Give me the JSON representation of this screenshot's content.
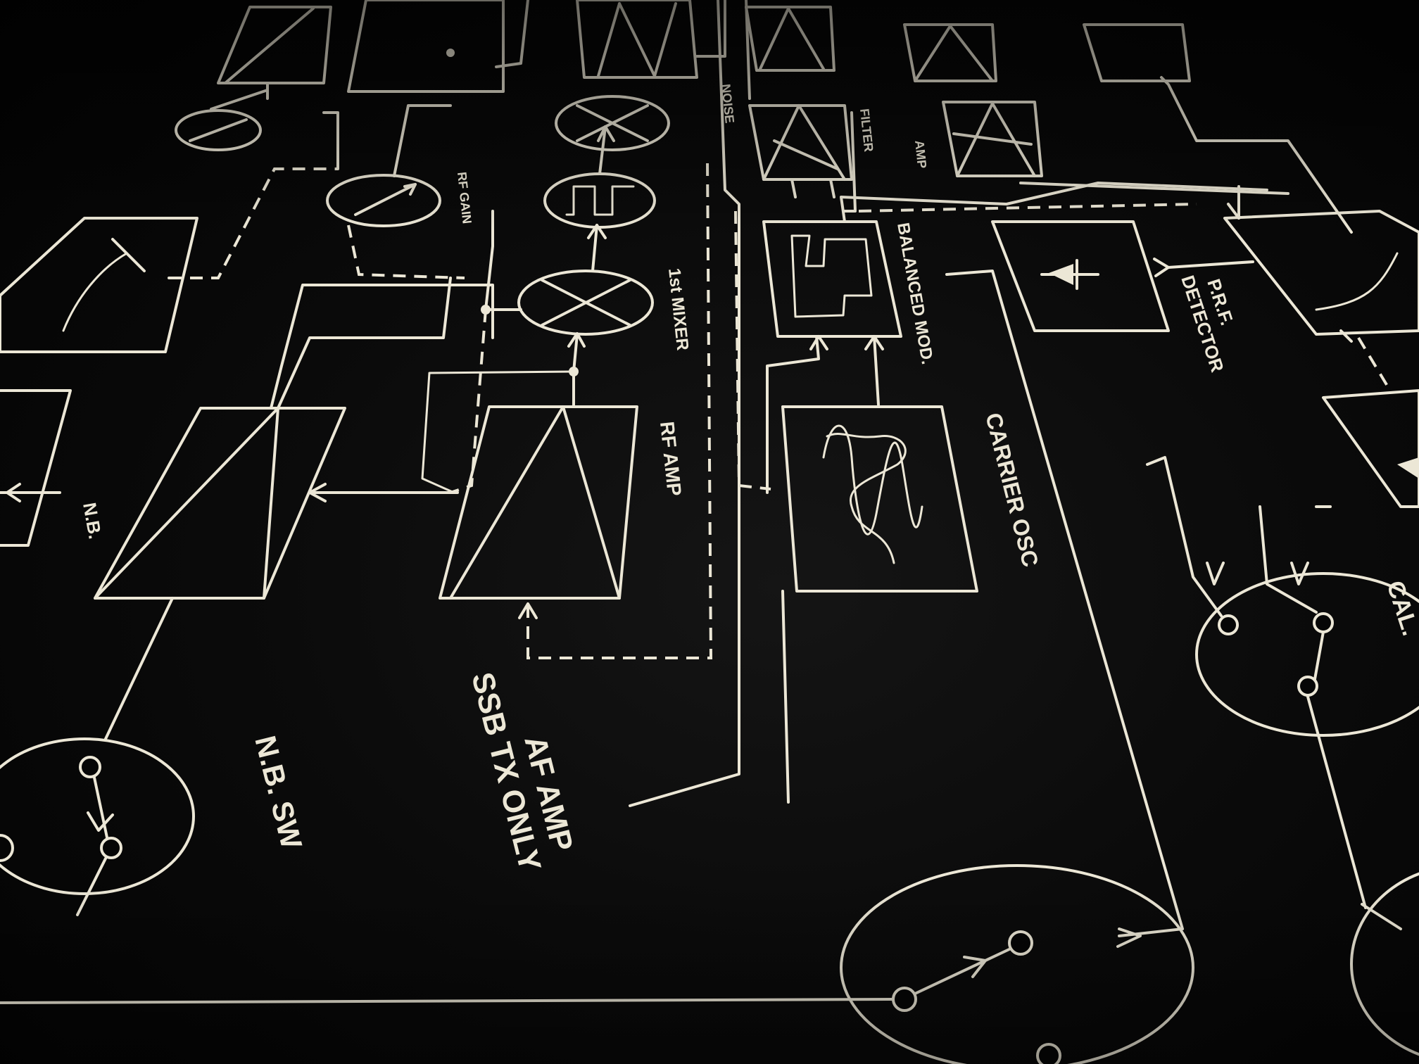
{
  "labels": {
    "nb": "N.B.",
    "rf_amp": "RF AMP",
    "first_mixer": "1st MIXER",
    "balanced_mod": "BALANCED MOD.",
    "carrier_osc": "CARRIER OSC",
    "prf_detector_line1": "P.R.F.",
    "prf_detector_line2": "DETECTOR",
    "nb_sw": "N.B. SW",
    "af_amp": "AF AMP",
    "ssb_tx_only": "SSB TX ONLY",
    "cal": "CAL.",
    "rf_gain": "RF GAIN",
    "noise": "NOISE",
    "filter": "FILTER",
    "amp": "AMP"
  },
  "colors": {
    "panel_background": "#060606",
    "printed_lines": "#ece7d6"
  }
}
